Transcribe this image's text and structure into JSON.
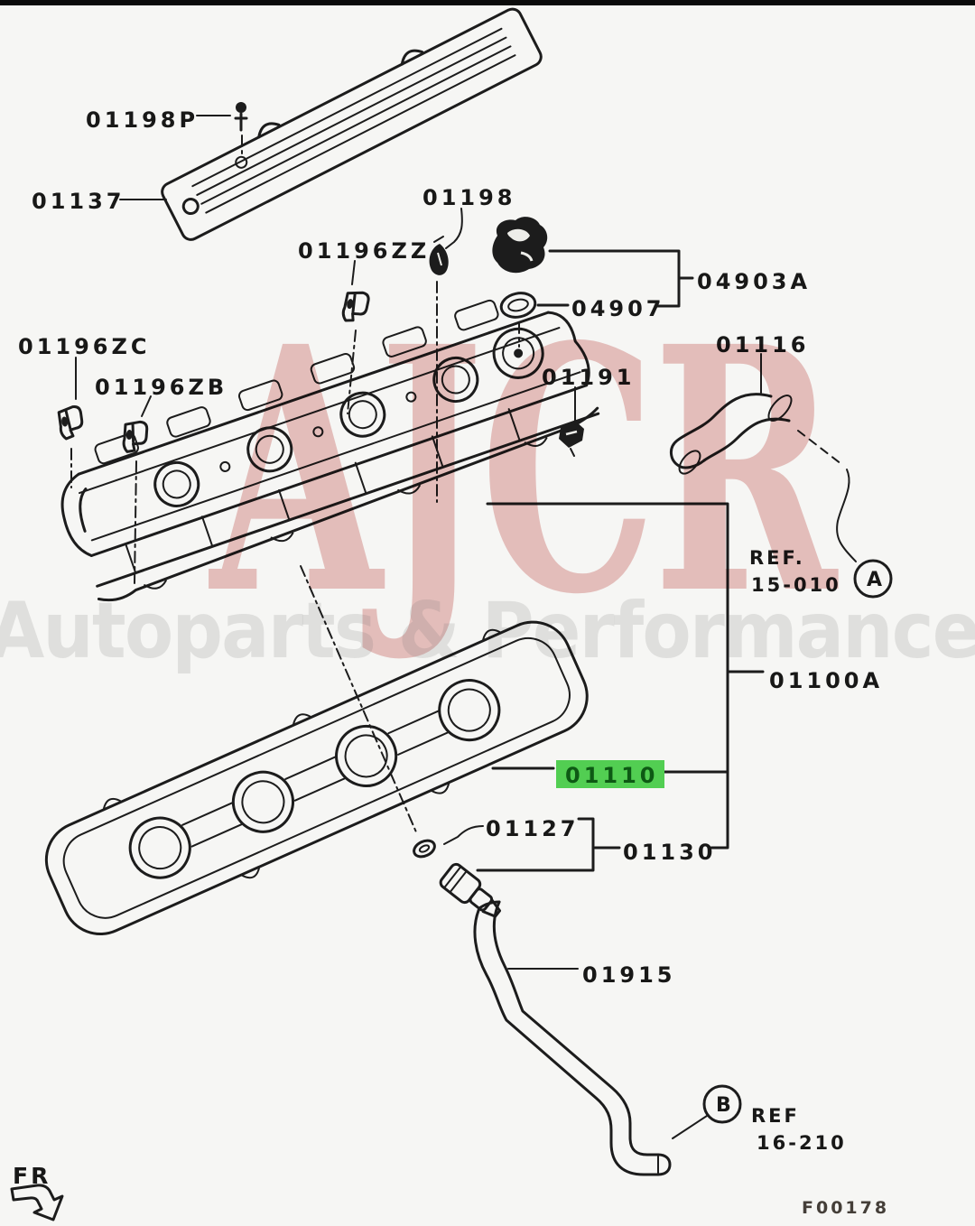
{
  "page": {
    "top_bar_color": "#0b0b0b",
    "background": "#f6f6f4"
  },
  "watermark": {
    "brand": "AJCR",
    "tagline": "Autoparts & Performance"
  },
  "diagram": {
    "figure_code": "F00178",
    "front_label": "FR",
    "highlight_color": "#55d655",
    "labels": {
      "center_cover_bolt": "01198P",
      "center_cover": "01137",
      "clip_zz": "01196ZZ",
      "rocker_cover_bolt": "01198",
      "filler_cap_gasket": "04907",
      "filler_cap_assy": "04903A",
      "clip_zc": "01196ZC",
      "clip_zb": "01196ZB",
      "grommet": "01191",
      "breather_hose": "01116",
      "rocker_cover_assy": "01100A",
      "rocker_cover_gasket": "01110",
      "o_ring": "01127",
      "ventilation_valve": "01130",
      "ventilation_hose": "01915"
    },
    "refs": {
      "a": {
        "title": "REF.",
        "section": "15-010",
        "marker": "A"
      },
      "b": {
        "title": "REF",
        "section": "16-210",
        "marker": "B"
      }
    }
  }
}
